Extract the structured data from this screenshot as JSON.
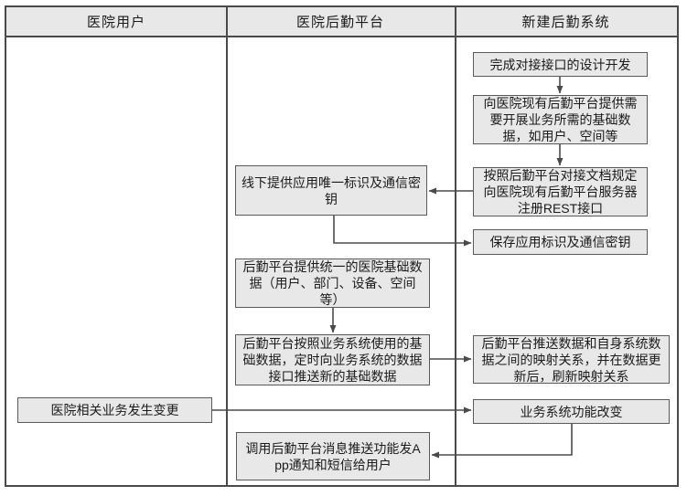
{
  "diagram": {
    "type": "swimlane-flowchart",
    "lanes": [
      {
        "id": "hospital-user",
        "title": "医院用户"
      },
      {
        "id": "hospital-logistics-platform",
        "title": "医院后勤平台"
      },
      {
        "id": "new-logistics-system",
        "title": "新建后勤系统"
      }
    ],
    "nodes": {
      "l1": {
        "lane": "医院用户",
        "text": "医院相关业务发生变更"
      },
      "m1": {
        "lane": "医院后勤平台",
        "text": "线下提供应用唯一标识及通信密钥"
      },
      "m2": {
        "lane": "医院后勤平台",
        "text": "后勤平台提供统一的医院基础数据（用户、部门、设备、空间等）"
      },
      "m3": {
        "lane": "医院后勤平台",
        "text": "后勤平台按照业务系统使用的基础数据，定时向业务系统的数据接口推送新的基础数据"
      },
      "m4": {
        "lane": "医院后勤平台",
        "text": "调用后勤平台消息推送功能发App通知和短信给用户"
      },
      "r1": {
        "lane": "新建后勤系统",
        "text": "完成对接接口的设计开发"
      },
      "r2": {
        "lane": "新建后勤系统",
        "text": "向医院现有后勤平台提供需要开展业务所需的基础数据，如用户、空间等"
      },
      "r3": {
        "lane": "新建后勤系统",
        "text": "按照后勤平台对接文档规定向医院现有后勤平台服务器注册REST接口"
      },
      "r4": {
        "lane": "新建后勤系统",
        "text": "保存应用标识及通信密钥"
      },
      "r5": {
        "lane": "新建后勤系统",
        "text": "后勤平台推送数据和自身系统数据之间的映射关系，并在数据更新后，刷新映射关系"
      },
      "r6": {
        "lane": "新建后勤系统",
        "text": "业务系统功能改变"
      }
    },
    "edges": [
      {
        "from": "r1",
        "to": "r2"
      },
      {
        "from": "r2",
        "to": "r3"
      },
      {
        "from": "r3",
        "to": "m1"
      },
      {
        "from": "m1",
        "to": "r4"
      },
      {
        "from": "m2",
        "to": "m3"
      },
      {
        "from": "m3",
        "to": "r5"
      },
      {
        "from": "l1",
        "to": "r6"
      },
      {
        "from": "r6",
        "to": "m4"
      }
    ],
    "colors": {
      "node_fill": "#e8e8e8",
      "node_border": "#595959",
      "header_fill": "#e8e8e8",
      "frame_border": "#4a4a4a",
      "arrow": "#4a4a4a",
      "text": "#1a1a1a"
    }
  }
}
